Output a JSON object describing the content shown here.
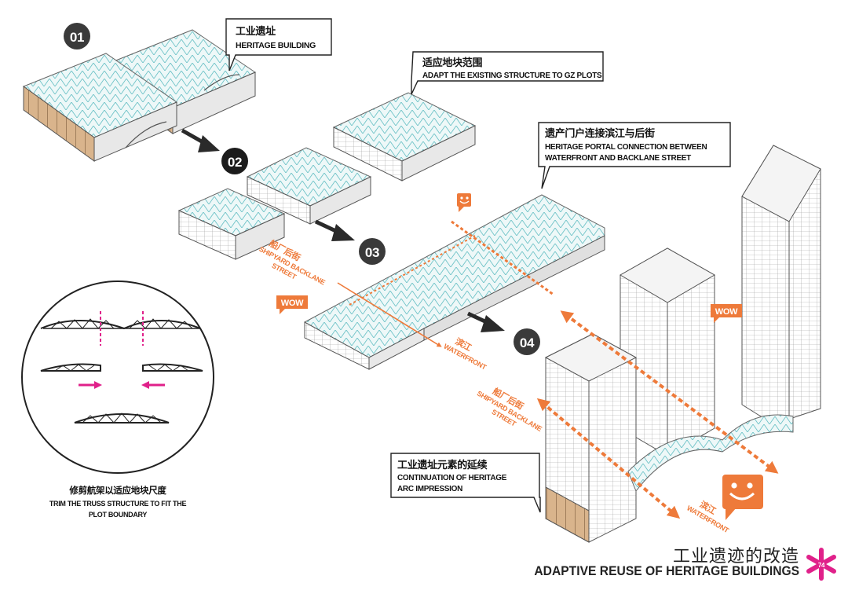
{
  "steps": [
    "01",
    "02",
    "03",
    "04"
  ],
  "callouts": {
    "heritage": {
      "cn": "工业遗址",
      "en": "HERITAGE BUILDING"
    },
    "adapt": {
      "cn": "适应地块范围",
      "en": "ADAPT THE EXISTING STRUCTURE TO GZ PLOTS"
    },
    "portal": {
      "cn": "遗产门户连接滨江与后街",
      "en1": "HERITAGE PORTAL CONNECTION BETWEEN",
      "en2": "WATERFRONT AND BACKLANE STREET"
    },
    "continuation": {
      "cn": "工业遗址元素的延续",
      "en1": "CONTINUATION OF HERITAGE",
      "en2": "ARC IMPRESSION"
    }
  },
  "trim": {
    "cn": "修剪航架以适应地块尺度",
    "en1": "TRIM THE TRUSS STRUCTURE TO FIT THE",
    "en2": "PLOT BOUNDARY"
  },
  "labels": {
    "wow": "WOW",
    "shipyard_cn": "船厂后街",
    "shipyard_en1": "SHIPYARD BACKLANE",
    "shipyard_en2": "STREET",
    "waterfront_cn": "滨江",
    "waterfront_en": "WATERFRONT"
  },
  "footer": {
    "cn": "工业遗迹的改造",
    "en": "ADAPTIVE REUSE OF HERITAGE BUILDINGS",
    "page": "74"
  },
  "colors": {
    "accent": "#ee7a3a",
    "magenta": "#e0218a",
    "truss": "#6fc3c8",
    "dark": "#222222"
  }
}
